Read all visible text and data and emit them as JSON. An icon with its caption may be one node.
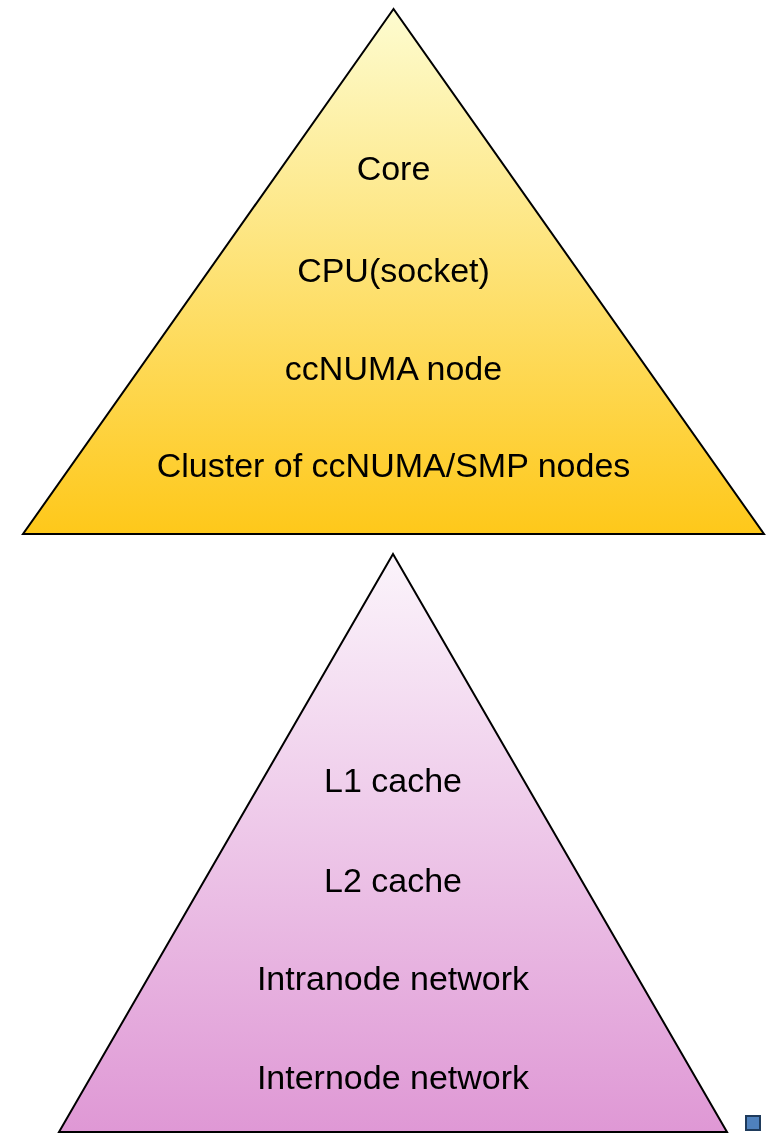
{
  "diagram": {
    "nodes": [
      {
        "text": [
          "Core",
          "CPU(socket)",
          "ccNUMA node",
          "Cluster of ccNUMA/SMP nodes"
        ]
      },
      {
        "text": [
          "L1 cache",
          "L2 cache",
          "Intranode network",
          "Internode network"
        ]
      }
    ]
  }
}
